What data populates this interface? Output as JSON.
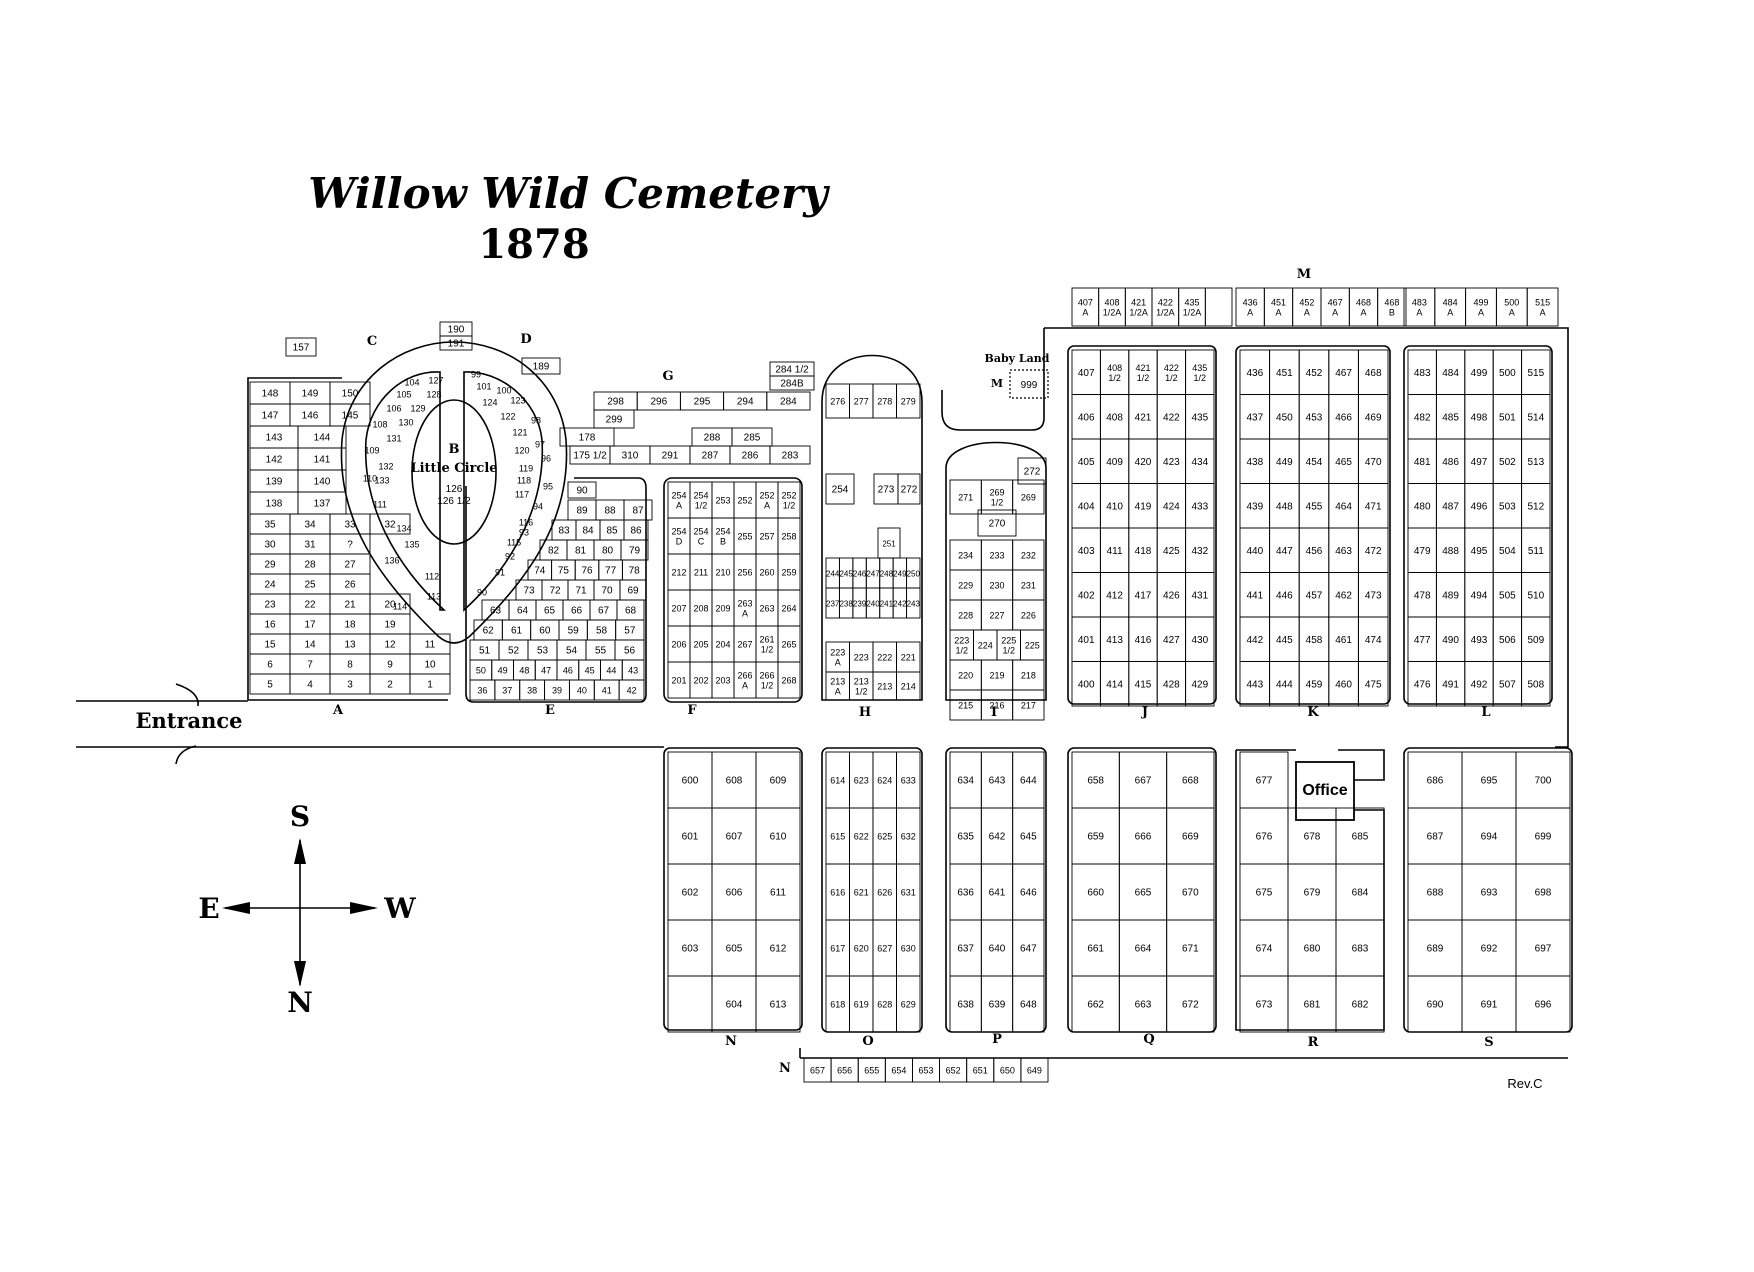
{
  "title": "Willow Wild Cemetery",
  "year": "1878",
  "revision": "Rev.C",
  "entrance_label": "Entrance",
  "compass": {
    "top": "S",
    "bottom": "N",
    "left": "E",
    "right": "W"
  },
  "special": {
    "little_circle_section": "B",
    "little_circle_name": "Little Circle",
    "little_circle_lot1": "126",
    "little_circle_lot2": "126 1/2",
    "baby_land": "Baby Land",
    "baby_land_section": "M",
    "baby_land_lot": "999",
    "office": "Office"
  },
  "sections": {
    "A": "A",
    "C": "C",
    "D": "D",
    "E": "E",
    "F": "F",
    "G": "G",
    "H": "H",
    "I": "I",
    "J": "J",
    "K": "K",
    "L": "L",
    "M": "M",
    "N": "N",
    "N2": "N",
    "O": "O",
    "P": "P",
    "Q": "Q",
    "R": "R",
    "S": "S"
  },
  "lots": {
    "A": [
      [
        "148",
        "149",
        "150"
      ],
      [
        "147",
        "146",
        "145"
      ],
      [
        "143",
        "144"
      ],
      [
        "142",
        "141"
      ],
      [
        "139",
        "140"
      ],
      [
        "138",
        "137"
      ],
      [
        "35",
        "34",
        "33",
        "32"
      ],
      [
        "30",
        "31",
        "?"
      ],
      [
        "29",
        "28",
        "27"
      ],
      [
        "24",
        "25",
        "26"
      ],
      [
        "23",
        "22",
        "21",
        "20"
      ],
      [
        "16",
        "17",
        "18",
        "19"
      ],
      [
        "15",
        "14",
        "13",
        "12",
        "11"
      ],
      [
        "6",
        "7",
        "8",
        "9",
        "10"
      ],
      [
        "5",
        "4",
        "3",
        "2",
        "1"
      ]
    ],
    "A_extra": [
      "157",
      "190",
      "191",
      "189"
    ],
    "C": [
      "104",
      "127",
      "105",
      "128",
      "106",
      "129",
      "108",
      "130",
      "131",
      "109",
      "132",
      "110",
      "133",
      "111",
      "134",
      "135",
      "136",
      "112",
      "113",
      "114"
    ],
    "D": [
      "99",
      "101",
      "100",
      "124",
      "123",
      "122",
      "98",
      "121",
      "97",
      "120",
      "96",
      "119",
      "118",
      "95",
      "117",
      "94",
      "116",
      "93",
      "115",
      "92",
      "91",
      "90"
    ],
    "E": [
      [
        "90"
      ],
      [
        "89",
        "88",
        "87"
      ],
      [
        "83",
        "84",
        "85",
        "86"
      ],
      [
        "82",
        "81",
        "80",
        "79"
      ],
      [
        "74",
        "75",
        "76",
        "77",
        "78"
      ],
      [
        "73",
        "72",
        "71",
        "70",
        "69"
      ],
      [
        "63",
        "64",
        "65",
        "66",
        "67",
        "68"
      ],
      [
        "62",
        "61",
        "60",
        "59",
        "58",
        "57"
      ],
      [
        "51",
        "52",
        "53",
        "54",
        "55",
        "56"
      ],
      [
        "50",
        "49",
        "48",
        "47",
        "46",
        "45",
        "44",
        "43"
      ],
      [
        "36",
        "37",
        "38",
        "39",
        "40",
        "41",
        "42"
      ]
    ],
    "G": [
      [
        "284 1/2"
      ],
      [
        "284B"
      ],
      [
        "298",
        "296",
        "295",
        "294",
        "284"
      ],
      [
        "299"
      ],
      [
        "178",
        "288",
        "285"
      ],
      [
        "175 1/2",
        "310",
        "291",
        "287",
        "286",
        "283"
      ]
    ],
    "F": [
      [
        "254\nA",
        "254\n1/2",
        "253",
        "252",
        "252\nA",
        "252\n1/2"
      ],
      [
        "254\nD",
        "254\nC",
        "254\nB",
        "255",
        "257",
        "258"
      ],
      [
        "212",
        "211",
        "210",
        "256",
        "260",
        "259"
      ],
      [
        "207",
        "208",
        "209",
        "263\nA",
        "263",
        "264"
      ],
      [
        "206",
        "205",
        "204",
        "267",
        "261\n1/2",
        "265"
      ],
      [
        "201",
        "202",
        "203",
        "266\nA",
        "266\n1/2",
        "268"
      ]
    ],
    "H": [
      [
        "276",
        "277",
        "278",
        "279"
      ],
      [
        "254",
        "273",
        "272"
      ],
      [
        "251",
        "244",
        "245",
        "246",
        "247",
        "248",
        "249",
        "250"
      ],
      [
        "237",
        "238",
        "239",
        "240",
        "241",
        "242",
        "243"
      ],
      [
        "223\nA",
        "223",
        "222",
        "221"
      ],
      [
        "213\nA",
        "213\n1/2",
        "213",
        "214"
      ]
    ],
    "I": [
      [
        "272"
      ],
      [
        "271",
        "269\n1/2",
        "269"
      ],
      [
        "270"
      ],
      [
        "234",
        "233",
        "232"
      ],
      [
        "229",
        "230",
        "231"
      ],
      [
        "228",
        "227",
        "226"
      ],
      [
        "223\n1/2",
        "224",
        "225\n1/2",
        "225"
      ],
      [
        "220",
        "219",
        "218"
      ],
      [
        "215",
        "216",
        "217"
      ]
    ],
    "M_top": [
      [
        "407\nA",
        "408\n1/2A",
        "421\n1/2A",
        "422\n1/2A",
        "435\n1/2A",
        ""
      ],
      [
        "436\nA",
        "451\nA",
        "452\nA",
        "467\nA",
        "468\nA",
        "468\nB"
      ],
      [
        "483\nA",
        "484\nA",
        "499\nA",
        "500\nA",
        "515\nA"
      ]
    ],
    "J": [
      [
        "407",
        "408\n1/2",
        "421\n1/2",
        "422\n1/2",
        "435\n1/2"
      ],
      [
        "406",
        "408",
        "421",
        "422",
        "435"
      ],
      [
        "405",
        "409",
        "420",
        "423",
        "434"
      ],
      [
        "404",
        "410",
        "419",
        "424",
        "433"
      ],
      [
        "403",
        "411",
        "418",
        "425",
        "432"
      ],
      [
        "402",
        "412",
        "417",
        "426",
        "431"
      ],
      [
        "401",
        "413",
        "416",
        "427",
        "430"
      ],
      [
        "400",
        "414",
        "415",
        "428",
        "429"
      ]
    ],
    "K": [
      [
        "436",
        "451",
        "452",
        "467",
        "468"
      ],
      [
        "437",
        "450",
        "453",
        "466",
        "469"
      ],
      [
        "438",
        "449",
        "454",
        "465",
        "470"
      ],
      [
        "439",
        "448",
        "455",
        "464",
        "471"
      ],
      [
        "440",
        "447",
        "456",
        "463",
        "472"
      ],
      [
        "441",
        "446",
        "457",
        "462",
        "473"
      ],
      [
        "442",
        "445",
        "458",
        "461",
        "474"
      ],
      [
        "443",
        "444",
        "459",
        "460",
        "475"
      ]
    ],
    "L": [
      [
        "483",
        "484",
        "499",
        "500",
        "515"
      ],
      [
        "482",
        "485",
        "498",
        "501",
        "514"
      ],
      [
        "481",
        "486",
        "497",
        "502",
        "513"
      ],
      [
        "480",
        "487",
        "496",
        "503",
        "512"
      ],
      [
        "479",
        "488",
        "495",
        "504",
        "511"
      ],
      [
        "478",
        "489",
        "494",
        "505",
        "510"
      ],
      [
        "477",
        "490",
        "493",
        "506",
        "509"
      ],
      [
        "476",
        "491",
        "492",
        "507",
        "508"
      ]
    ],
    "N": [
      [
        "600",
        "608",
        "609"
      ],
      [
        "601",
        "607",
        "610"
      ],
      [
        "602",
        "606",
        "611"
      ],
      [
        "603",
        "605",
        "612"
      ],
      [
        "",
        "604",
        "613"
      ]
    ],
    "N2": [
      "657",
      "656",
      "655",
      "654",
      "653",
      "652",
      "651",
      "650",
      "649"
    ],
    "O": [
      [
        "614",
        "623",
        "624",
        "633"
      ],
      [
        "615",
        "622",
        "625",
        "632"
      ],
      [
        "616",
        "621",
        "626",
        "631"
      ],
      [
        "617",
        "620",
        "627",
        "630"
      ],
      [
        "618",
        "619",
        "628",
        "629"
      ]
    ],
    "P": [
      [
        "634",
        "643",
        "644"
      ],
      [
        "635",
        "642",
        "645"
      ],
      [
        "636",
        "641",
        "646"
      ],
      [
        "637",
        "640",
        "647"
      ],
      [
        "638",
        "639",
        "648"
      ]
    ],
    "Q": [
      [
        "658",
        "667",
        "668"
      ],
      [
        "659",
        "666",
        "669"
      ],
      [
        "660",
        "665",
        "670"
      ],
      [
        "661",
        "664",
        "671"
      ],
      [
        "662",
        "663",
        "672"
      ]
    ],
    "R": [
      [
        "677"
      ],
      [
        "676",
        "678",
        "685"
      ],
      [
        "675",
        "679",
        "684"
      ],
      [
        "674",
        "680",
        "683"
      ],
      [
        "673",
        "681",
        "682"
      ]
    ],
    "S": [
      [
        "686",
        "695",
        "700"
      ],
      [
        "687",
        "694",
        "699"
      ],
      [
        "688",
        "693",
        "698"
      ],
      [
        "689",
        "692",
        "697"
      ],
      [
        "690",
        "691",
        "696"
      ]
    ]
  }
}
